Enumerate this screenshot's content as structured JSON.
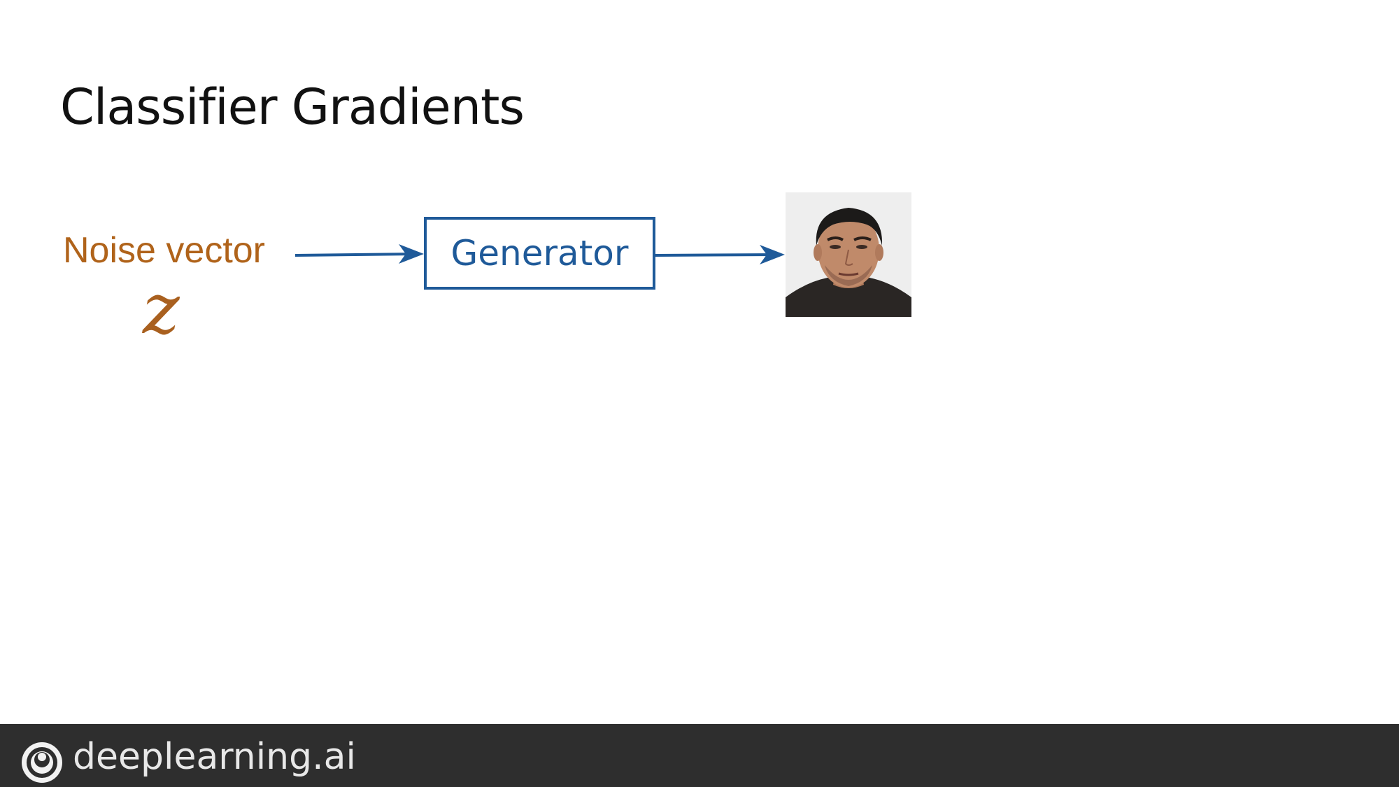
{
  "slide": {
    "title": "Classifier Gradients"
  },
  "diagram": {
    "input_label": "Noise vector",
    "input_symbol": "z",
    "generator_label": "Generator",
    "output_image": "generated-face-photo"
  },
  "footer": {
    "brand": "deeplearning.ai",
    "logo_icon": "deeplearning-logo-icon"
  },
  "colors": {
    "noise_text": "#b0631a",
    "generator_blue": "#1f5a99",
    "footer_bg": "#2e2e2e",
    "footer_text": "#e8e8e8"
  }
}
